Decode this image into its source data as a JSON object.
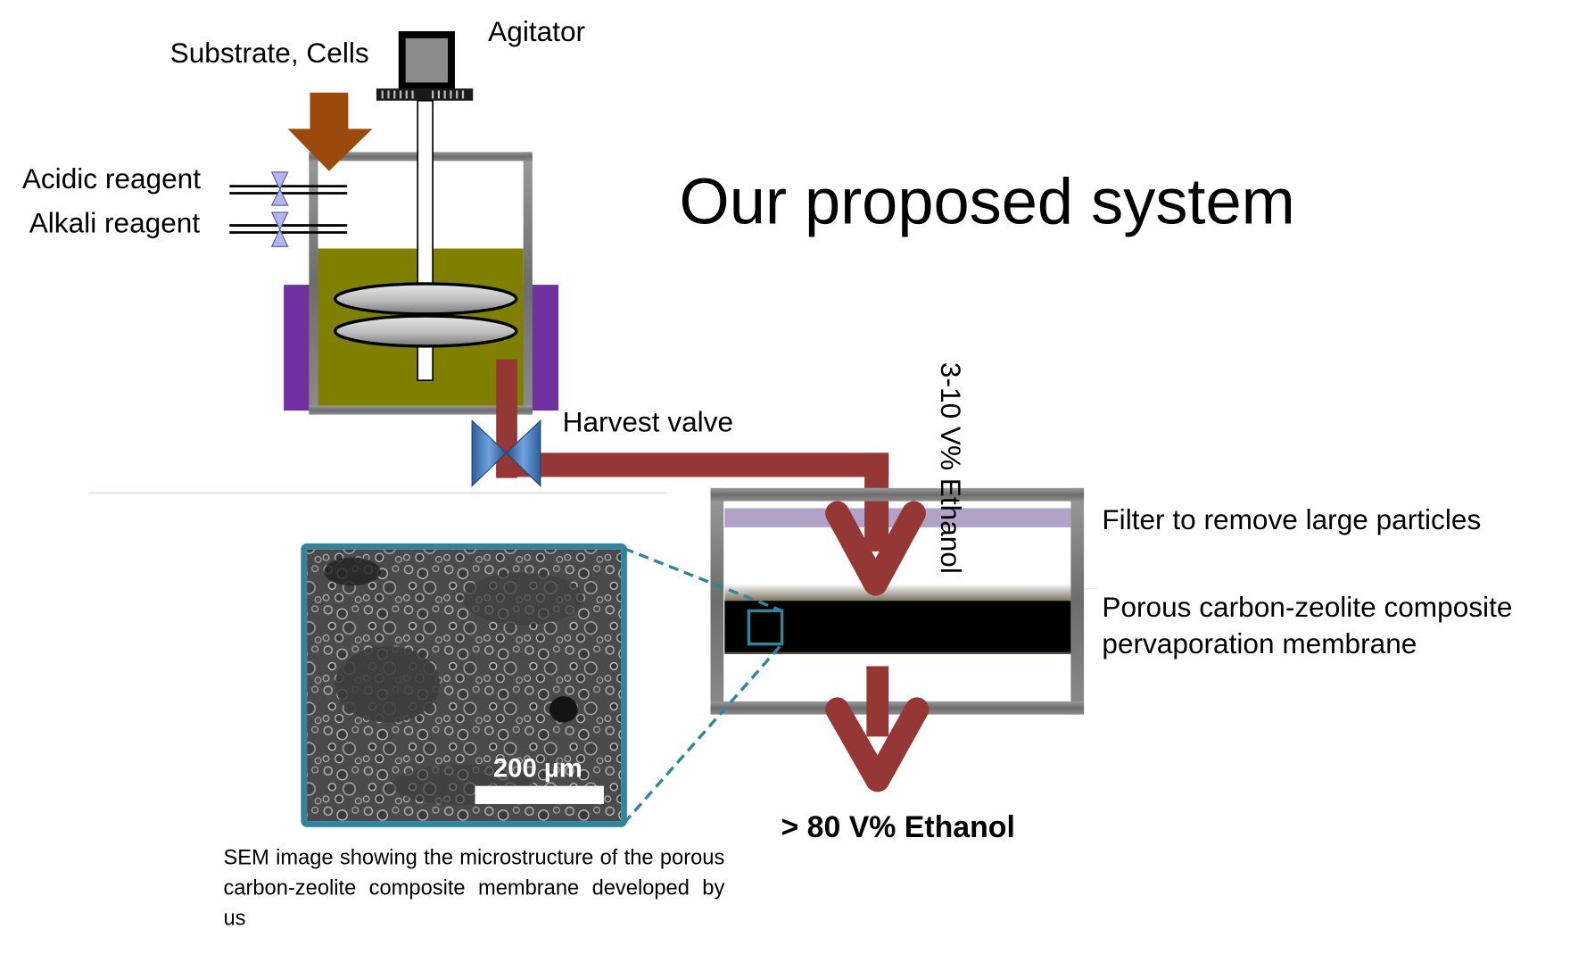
{
  "title": "Our proposed system",
  "reactor": {
    "labels": {
      "feed": "Substrate, Cells",
      "agitator": "Agitator",
      "acidic": "Acidic reagent",
      "alkali": "Alkali reagent",
      "harvest_valve": "Harvest valve"
    },
    "colors": {
      "feed_arrow": "#9a4a0c",
      "broth": "#808000",
      "jacket": "#7030a0",
      "vessel_wall": "#7f7f7f",
      "reagent_valve": "#b4b4f0",
      "harvest_valve": "#4a7fc0",
      "flow": "#953735"
    }
  },
  "separator": {
    "feed_label": "3-10 V% Ethanol",
    "filter_label": "Filter to remove large particles",
    "membrane_label_line1": "Porous carbon-zeolite composite",
    "membrane_label_line2": "pervaporation membrane",
    "product_label": "> 80 V% Ethanol",
    "colors": {
      "filter": "#b3a2c7",
      "membrane": "#000000",
      "frame": "#7f7f7f"
    }
  },
  "sem": {
    "scale_bar_label": "200 µm",
    "caption": "SEM image showing  the microstructure of the porous carbon-zeolite composite membrane developed by us",
    "colors": {
      "frame": "#31849b"
    }
  }
}
